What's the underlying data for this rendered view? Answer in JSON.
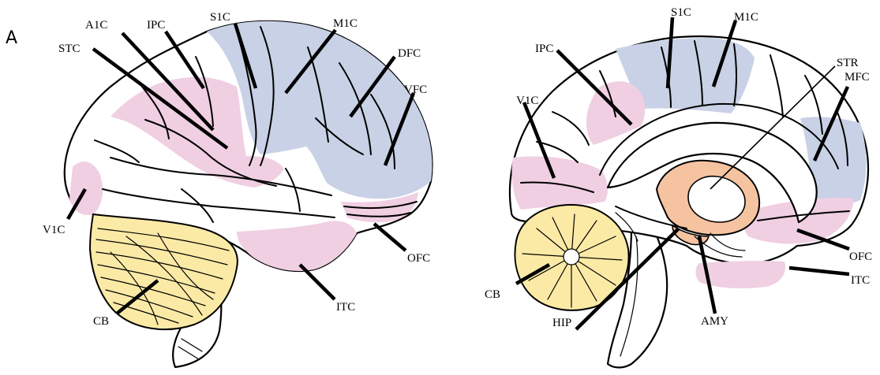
{
  "panel_label": "A",
  "colors": {
    "sensory": "#f0cfe2",
    "motor_frontal": "#c9d1e6",
    "cerebellum": "#fbeaa6",
    "subcortical": "#f5c3a0",
    "outline": "#000000"
  },
  "lateral": {
    "labels": {
      "A1C": "A1C",
      "IPC": "IPC",
      "S1C": "S1C",
      "M1C": "M1C",
      "STC": "STC",
      "DFC": "DFC",
      "VFC": "VFC",
      "V1C": "V1C",
      "OFC": "OFC",
      "ITC": "ITC",
      "CB": "CB"
    }
  },
  "medial": {
    "labels": {
      "S1C": "S1C",
      "M1C": "M1C",
      "IPC": "IPC",
      "STR": "STR",
      "MFC": "MFC",
      "V1C": "V1C",
      "CB": "CB",
      "OFC": "OFC",
      "ITC": "ITC",
      "HIP": "HIP",
      "AMY": "AMY"
    }
  }
}
